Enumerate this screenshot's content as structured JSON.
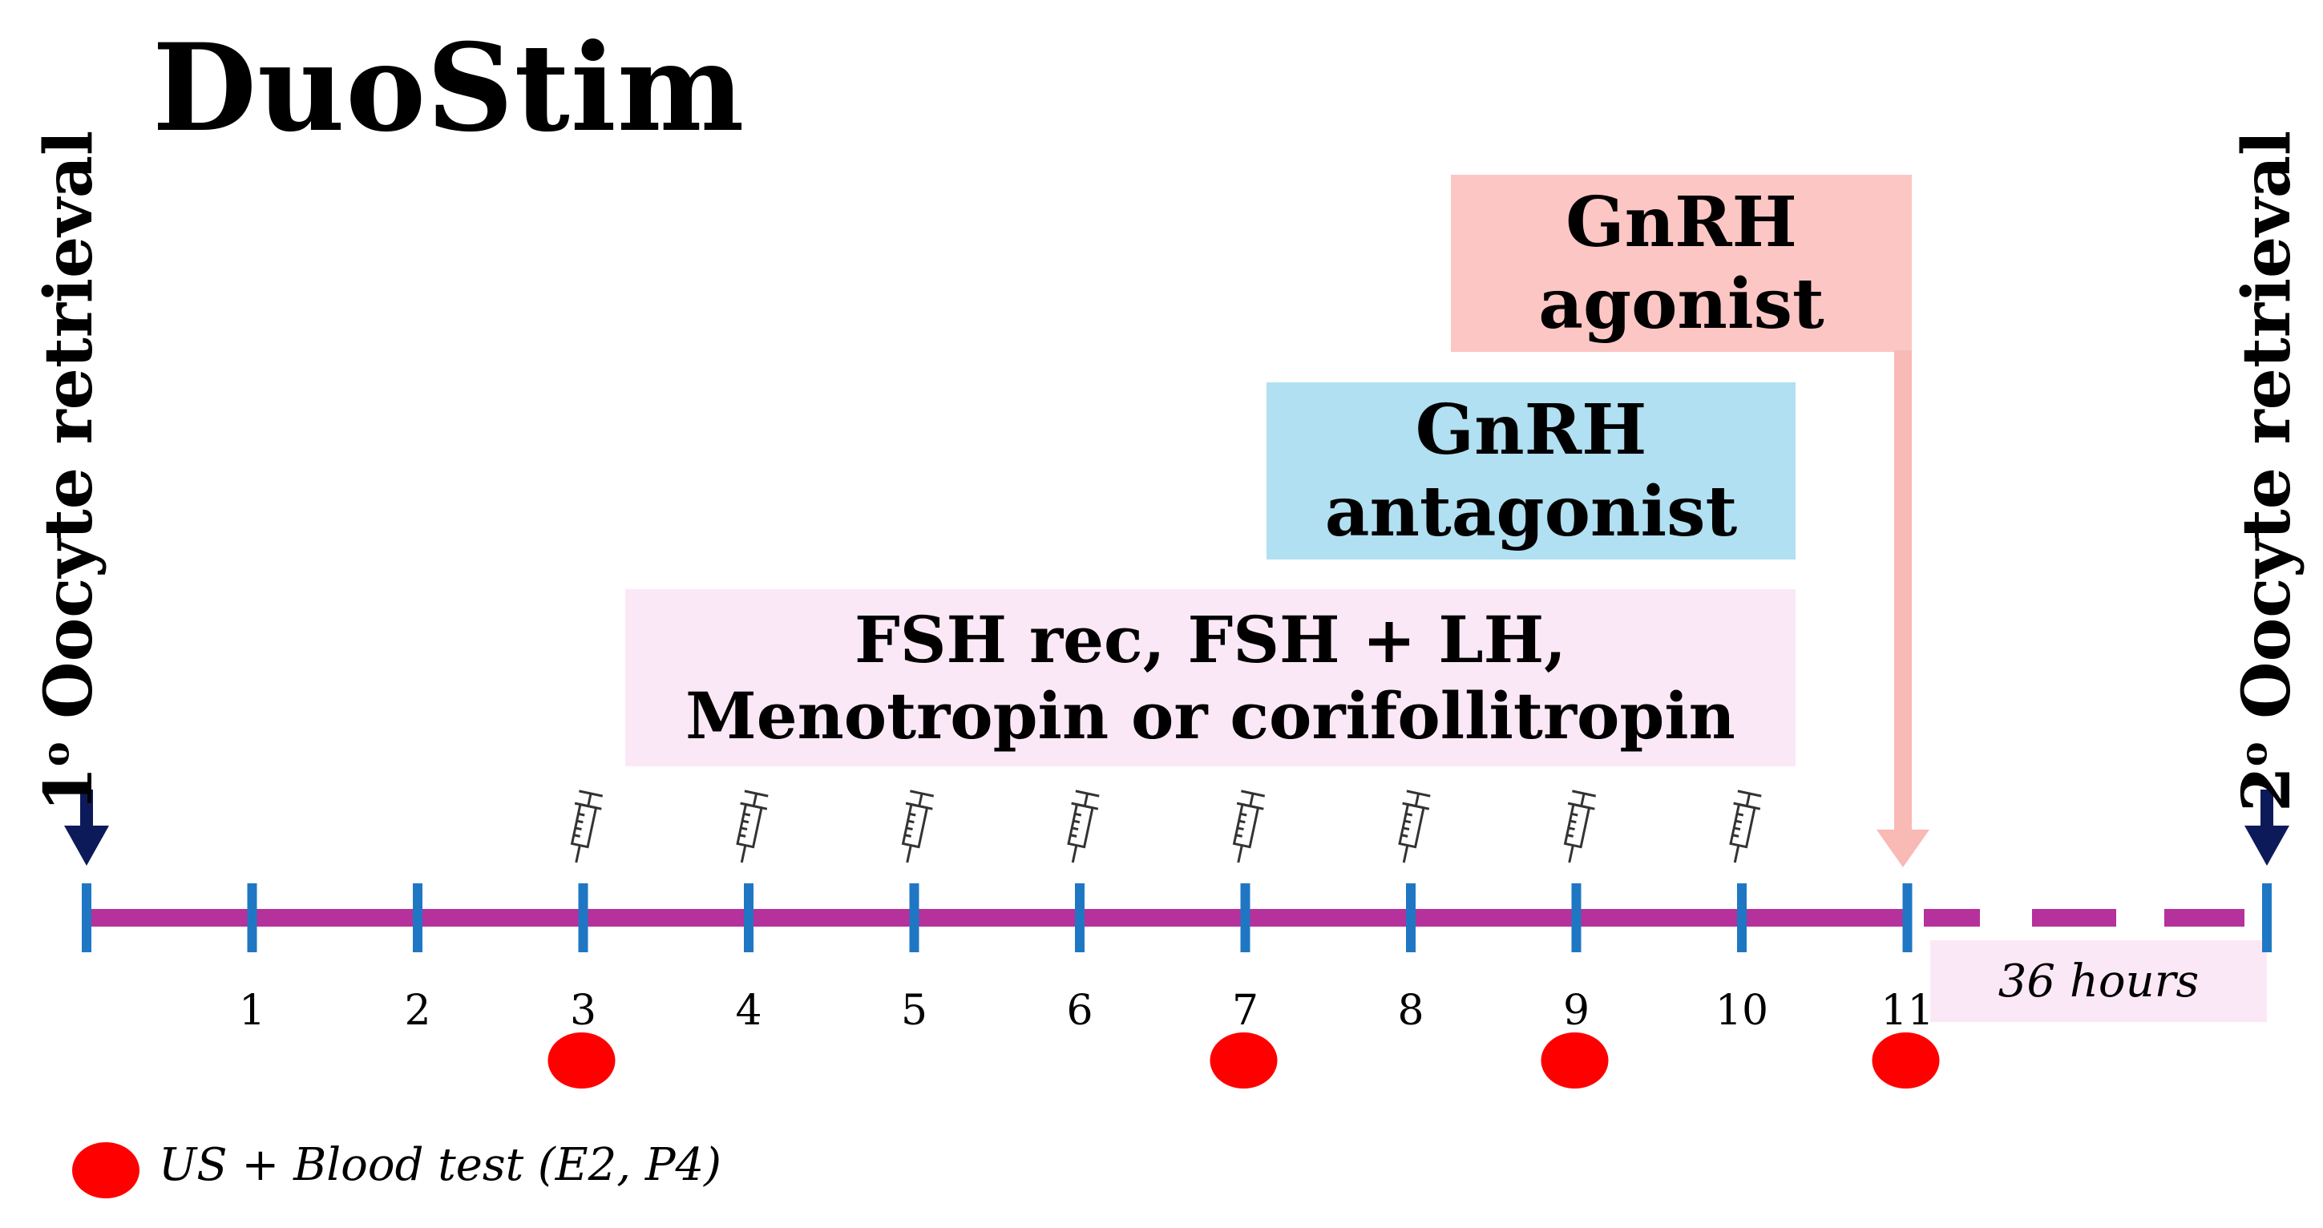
{
  "title": "DuoStim",
  "colors": {
    "timeline": "#b5319b",
    "tick": "#1f77c4",
    "arrow_navy": "#0d1a5a",
    "agonist_box": "#fcc6c4",
    "agonist_arrow": "#f9b9b5",
    "antagonist_box": "#b0e0f1",
    "fsh_box": "#fbe8f6",
    "hours_box": "#fbe8f6",
    "dot": "#ff0000"
  },
  "boxes": {
    "agonist": {
      "line1": "GnRH",
      "line2": "agonist"
    },
    "antagonist": {
      "line1": "GnRH",
      "line2": "antagonist"
    },
    "fsh": {
      "line1": "FSH rec, FSH + LH,",
      "line2": "Menotropin or corifollitropin"
    }
  },
  "side_labels": {
    "left": {
      "number": "1",
      "ordinal": "o",
      "text": " Oocyte retrieval"
    },
    "right": {
      "number": "2",
      "ordinal": "o",
      "text": " Oocyte retrieval"
    }
  },
  "timeline": {
    "days": [
      "1",
      "2",
      "3",
      "4",
      "5",
      "6",
      "7",
      "8",
      "9",
      "10",
      "11"
    ],
    "injection_days": [
      3,
      4,
      5,
      6,
      7,
      8,
      9,
      10
    ],
    "test_days": [
      3,
      7,
      9,
      11
    ],
    "hours_label": "36 hours"
  },
  "legend": {
    "text": "US + Blood test (E2, P4)",
    "icon": "red-dot-icon"
  },
  "icons": {
    "injection": "syringe-icon",
    "arrow": "down-arrow-icon"
  }
}
